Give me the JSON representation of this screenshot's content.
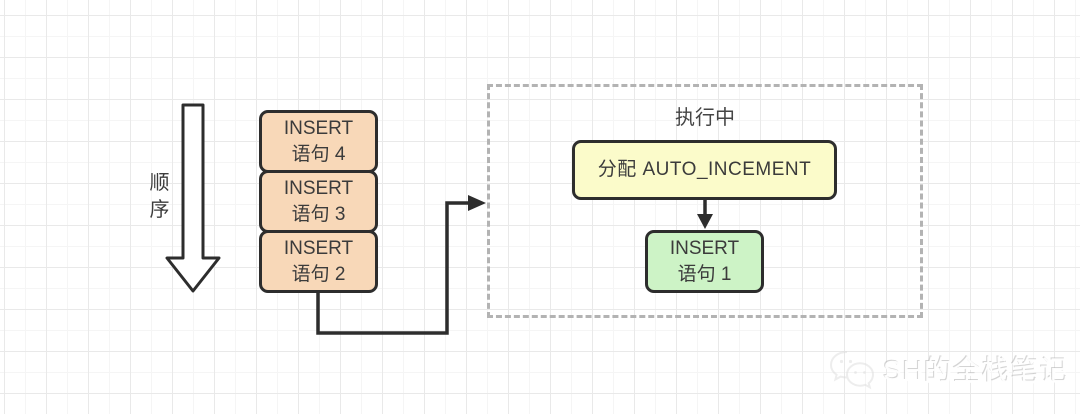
{
  "diagram": {
    "order_label": "顺\n序",
    "queue_nodes": [
      {
        "line1": "INSERT",
        "line2": "语句 4"
      },
      {
        "line1": "INSERT",
        "line2": "语句 3"
      },
      {
        "line1": "INSERT",
        "line2": "语句 2"
      }
    ],
    "executing_group": {
      "title": "执行中",
      "allocate_label": "分配 AUTO_INCEMENT",
      "insert_node": {
        "line1": "INSERT",
        "line2": "语句 1"
      }
    },
    "colors": {
      "queue_fill": "#f8d8b8",
      "allocate_fill": "#fbfbca",
      "insert_fill": "#cdf3c6",
      "node_border": "#2d2d2d",
      "dashed_border": "#b3b3b3",
      "text": "#3b3b3b",
      "grid_line": "#e9e9e9"
    }
  },
  "watermark": {
    "icon": "wechat-icon",
    "text": "SH的全栈笔记"
  }
}
